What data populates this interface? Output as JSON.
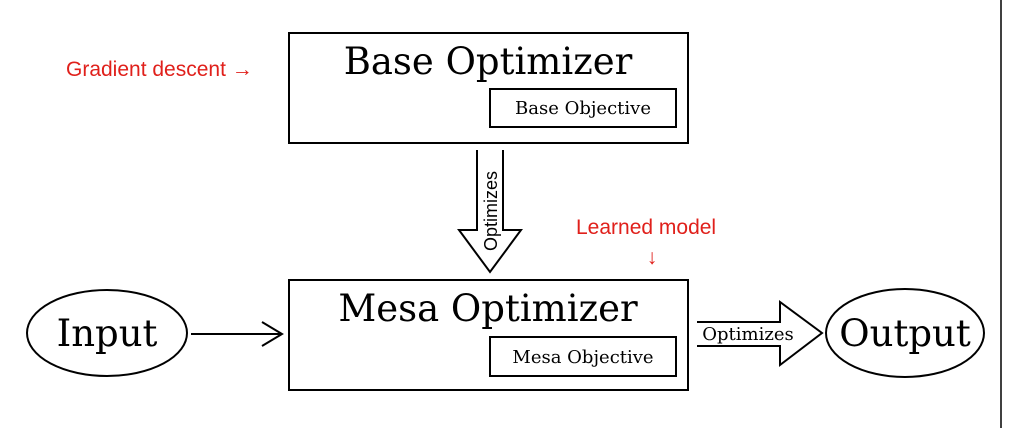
{
  "annotations": {
    "gradient_descent": "Gradient descent →",
    "learned_model": "Learned model",
    "learned_model_arrow": "↓"
  },
  "base_optimizer": {
    "title": "Base Optimizer",
    "objective": "Base Objective"
  },
  "mesa_optimizer": {
    "title": "Mesa Optimizer",
    "objective": "Mesa Objective"
  },
  "input_label": "Input",
  "output_label": "Output",
  "arrows": {
    "vertical_label": "Optimizes",
    "horizontal_label": "Optimizes"
  },
  "colors": {
    "annotation": "#e0201b",
    "stroke": "#000000"
  }
}
